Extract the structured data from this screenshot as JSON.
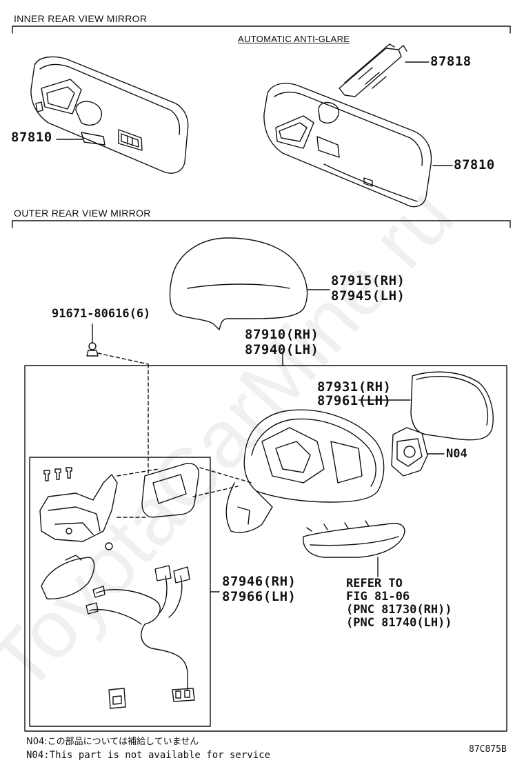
{
  "sections": {
    "inner_title": "INNER REAR VIEW MIRROR",
    "outer_title": "OUTER REAR VIEW MIRROR",
    "auto_antiglare": "AUTOMATIC ANTI-GLARE"
  },
  "parts": {
    "p87818": "87818",
    "p87810_left": "87810",
    "p87810_right": "87810",
    "p87915": "87915(RH)",
    "p87945": "87945(LH)",
    "p91671": "91671-80616(6)",
    "p87910": "87910(RH)",
    "p87940": "87940(LH)",
    "p87931": "87931(RH)",
    "p87961": "87961(LH)",
    "n04": "N04",
    "p87946": "87946(RH)",
    "p87966": "87966(LH)"
  },
  "refer": {
    "line1": "REFER TO",
    "line2": "FIG 81-06",
    "line3": "(PNC 81730(RH))",
    "line4": "(PNC 81740(LH))"
  },
  "notes": {
    "jp": "N04:この部品については補給していません",
    "en": "N04:This part is not available for service"
  },
  "figure_code": "87C875B",
  "watermark": "ToyotaCarMine.ru"
}
